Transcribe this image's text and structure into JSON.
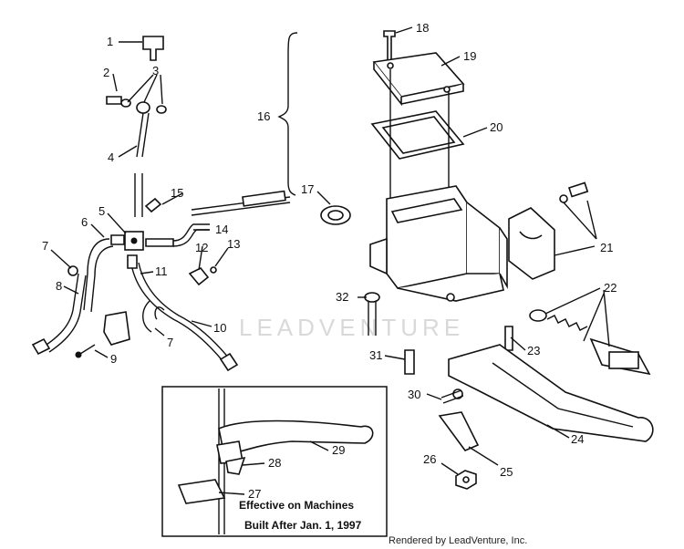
{
  "callouts": [
    {
      "id": "c1",
      "label": "1"
    },
    {
      "id": "c2",
      "label": "2"
    },
    {
      "id": "c3",
      "label": "3"
    },
    {
      "id": "c4",
      "label": "4"
    },
    {
      "id": "c5",
      "label": "5"
    },
    {
      "id": "c6",
      "label": "6"
    },
    {
      "id": "c7a",
      "label": "7"
    },
    {
      "id": "c7b",
      "label": "7"
    },
    {
      "id": "c8",
      "label": "8"
    },
    {
      "id": "c9",
      "label": "9"
    },
    {
      "id": "c10",
      "label": "10"
    },
    {
      "id": "c11",
      "label": "11"
    },
    {
      "id": "c12",
      "label": "12"
    },
    {
      "id": "c13",
      "label": "13"
    },
    {
      "id": "c14",
      "label": "14"
    },
    {
      "id": "c15",
      "label": "15"
    },
    {
      "id": "c16",
      "label": "16"
    },
    {
      "id": "c17",
      "label": "17"
    },
    {
      "id": "c18",
      "label": "18"
    },
    {
      "id": "c19",
      "label": "19"
    },
    {
      "id": "c20",
      "label": "20"
    },
    {
      "id": "c21",
      "label": "21"
    },
    {
      "id": "c22",
      "label": "22"
    },
    {
      "id": "c23",
      "label": "23"
    },
    {
      "id": "c24",
      "label": "24"
    },
    {
      "id": "c25",
      "label": "25"
    },
    {
      "id": "c26",
      "label": "26"
    },
    {
      "id": "c27",
      "label": "27"
    },
    {
      "id": "c28",
      "label": "28"
    },
    {
      "id": "c29",
      "label": "29"
    },
    {
      "id": "c30",
      "label": "30"
    },
    {
      "id": "c31",
      "label": "31"
    },
    {
      "id": "c32",
      "label": "32"
    }
  ],
  "inset": {
    "note_line1": "Effective on Machines",
    "note_line2": "Built After Jan. 1, 1997"
  },
  "watermark": "LEADVENTURE",
  "credit": "Rendered by LeadVenture, Inc."
}
